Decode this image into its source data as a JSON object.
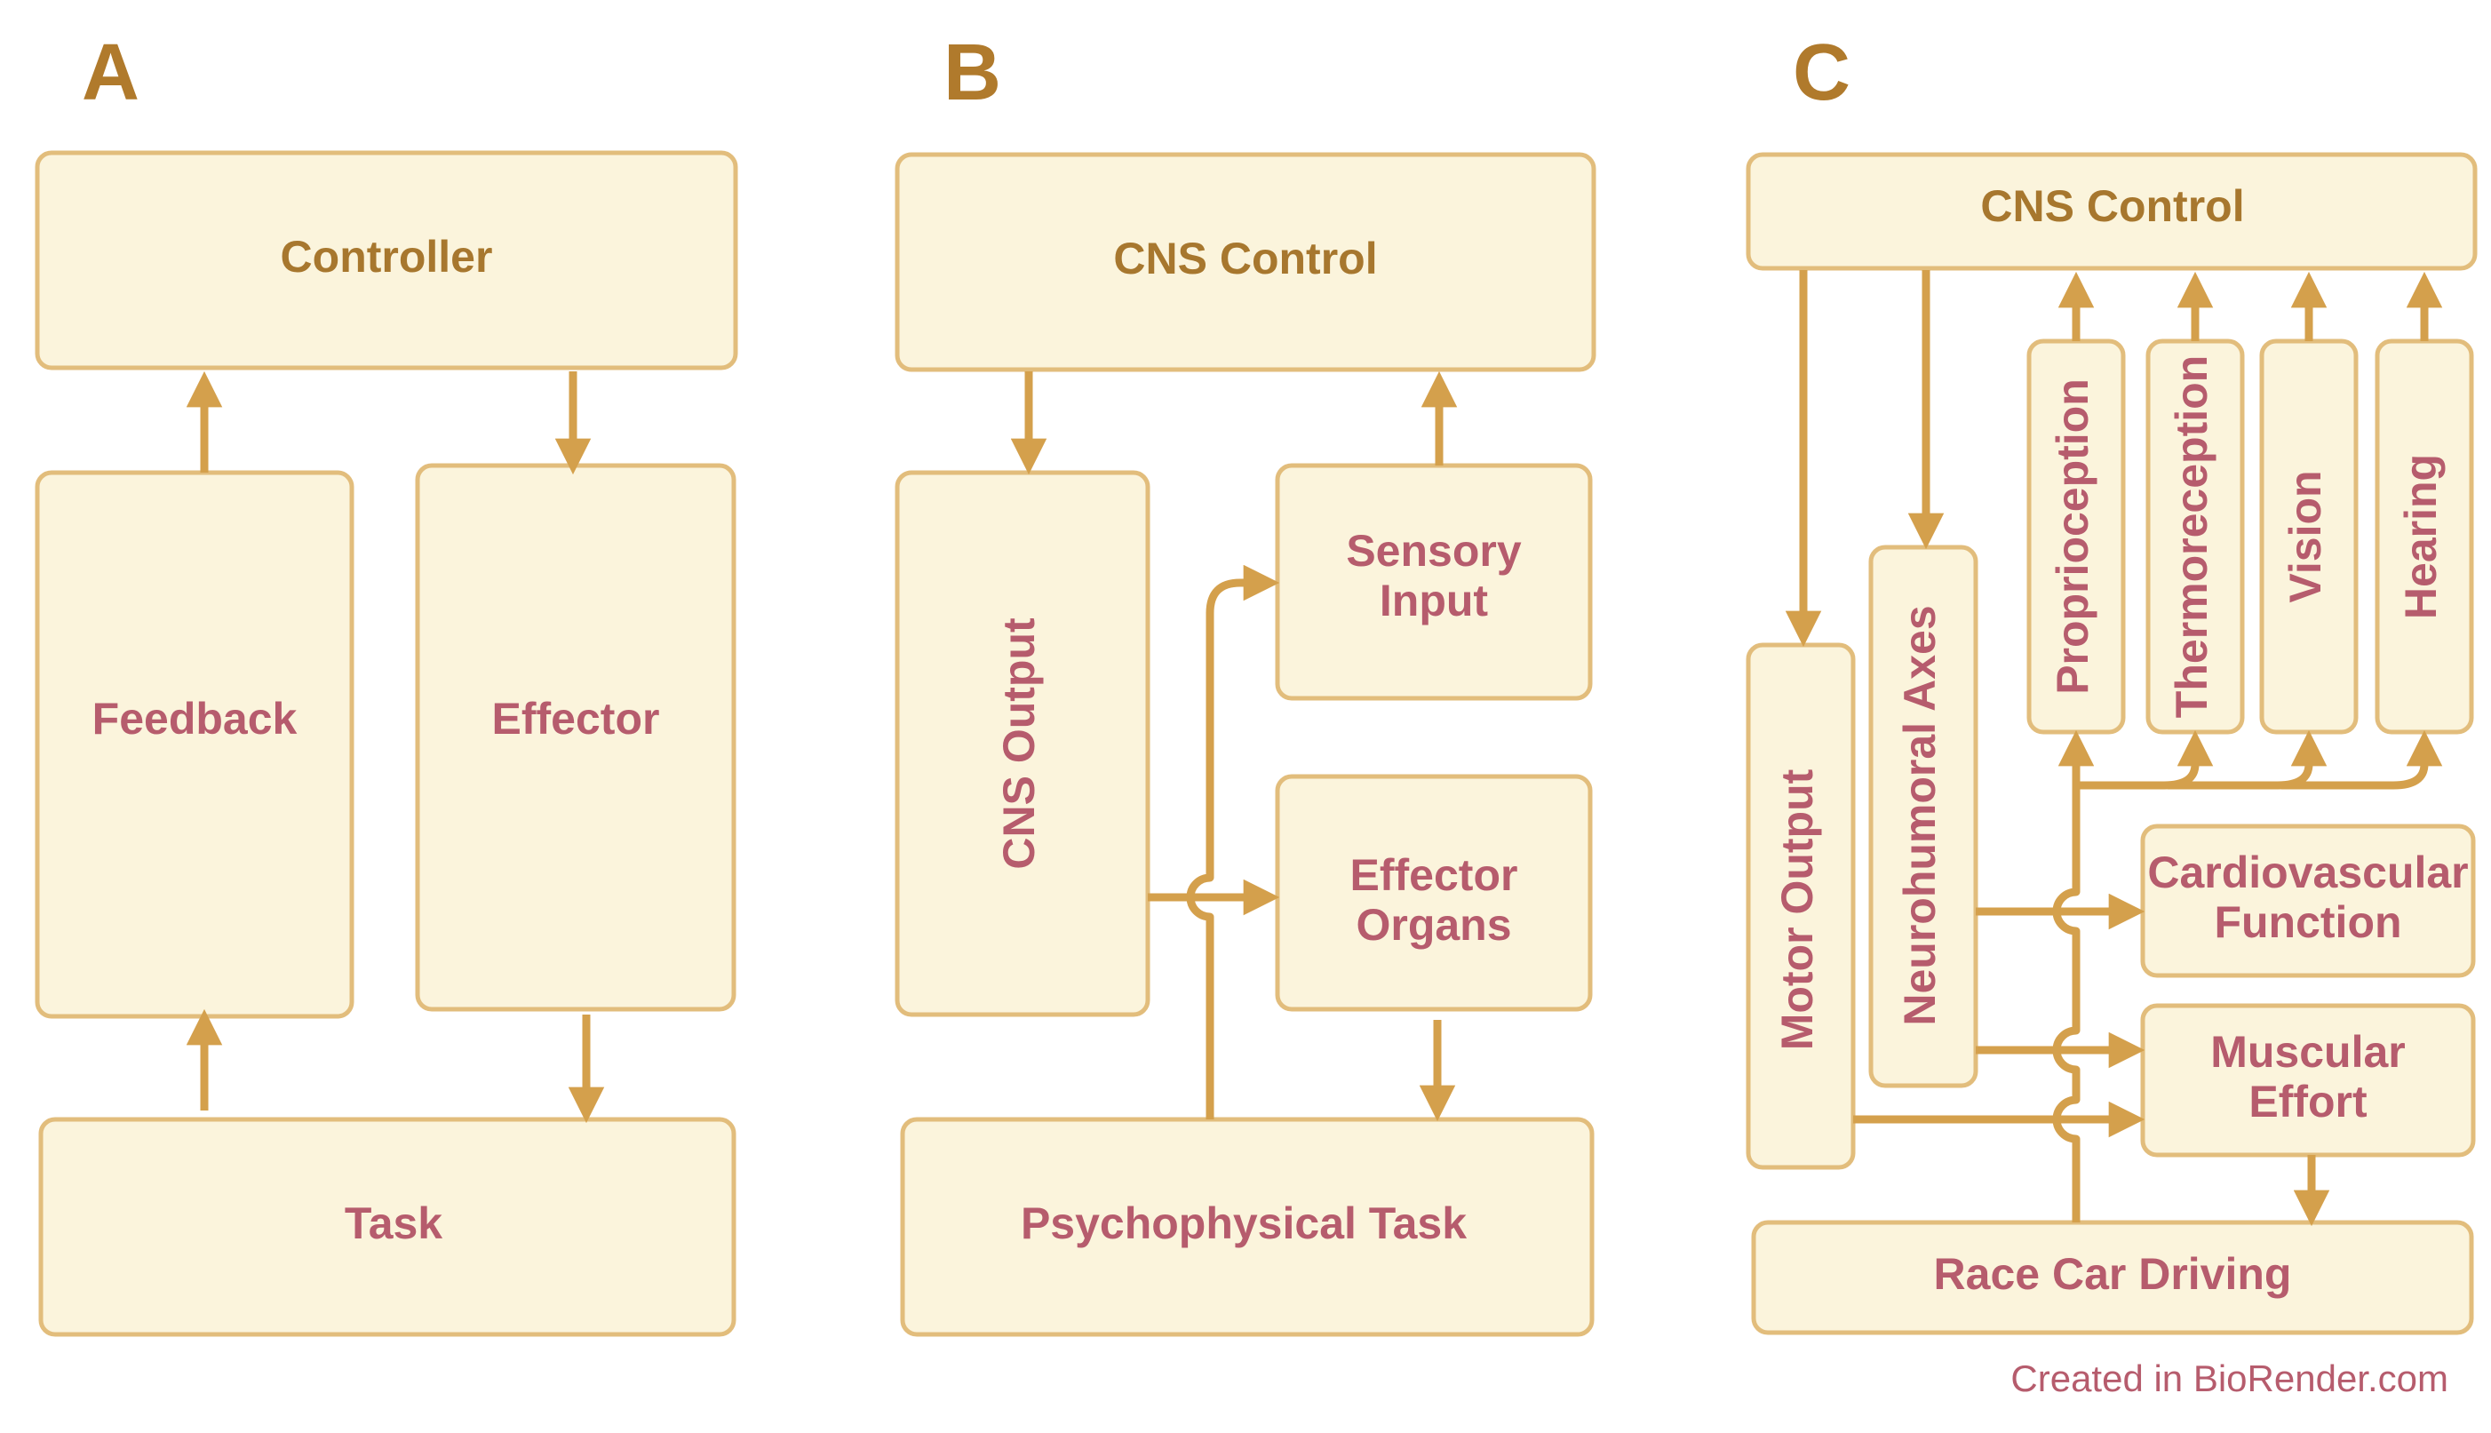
{
  "panels": {
    "a": {
      "letter": "A",
      "controller": "Controller",
      "feedback": "Feedback",
      "effector": "Effector",
      "task": "Task"
    },
    "b": {
      "letter": "B",
      "cns_control": "CNS Control",
      "cns_output": "CNS Output",
      "sensory_input": [
        "Sensory",
        "Input"
      ],
      "effector_organs": [
        "Effector",
        "Organs"
      ],
      "psychophysical_task": "Psychophysical Task"
    },
    "c": {
      "letter": "C",
      "cns_control": "CNS Control",
      "motor_output": "Motor Output",
      "neurohumoral_axes": "Neurohumoral Axes",
      "proprioception": "Proprioception",
      "thermoreception": "Thermoreception",
      "vision": "Vision",
      "hearing": "Hearing",
      "cardiovascular_function": [
        "Cardiovascular",
        "Function"
      ],
      "muscular_effort": [
        "Muscular",
        "Effort"
      ],
      "race_car_driving": "Race Car Driving"
    }
  },
  "credit": "Created in BioRender.com",
  "colors": {
    "box_fill": "#fbf4dc",
    "box_stroke": "#e2bd7c",
    "arrow": "#d4a04c",
    "label_text": "#b65c6d",
    "header_text": "#a7772e"
  }
}
